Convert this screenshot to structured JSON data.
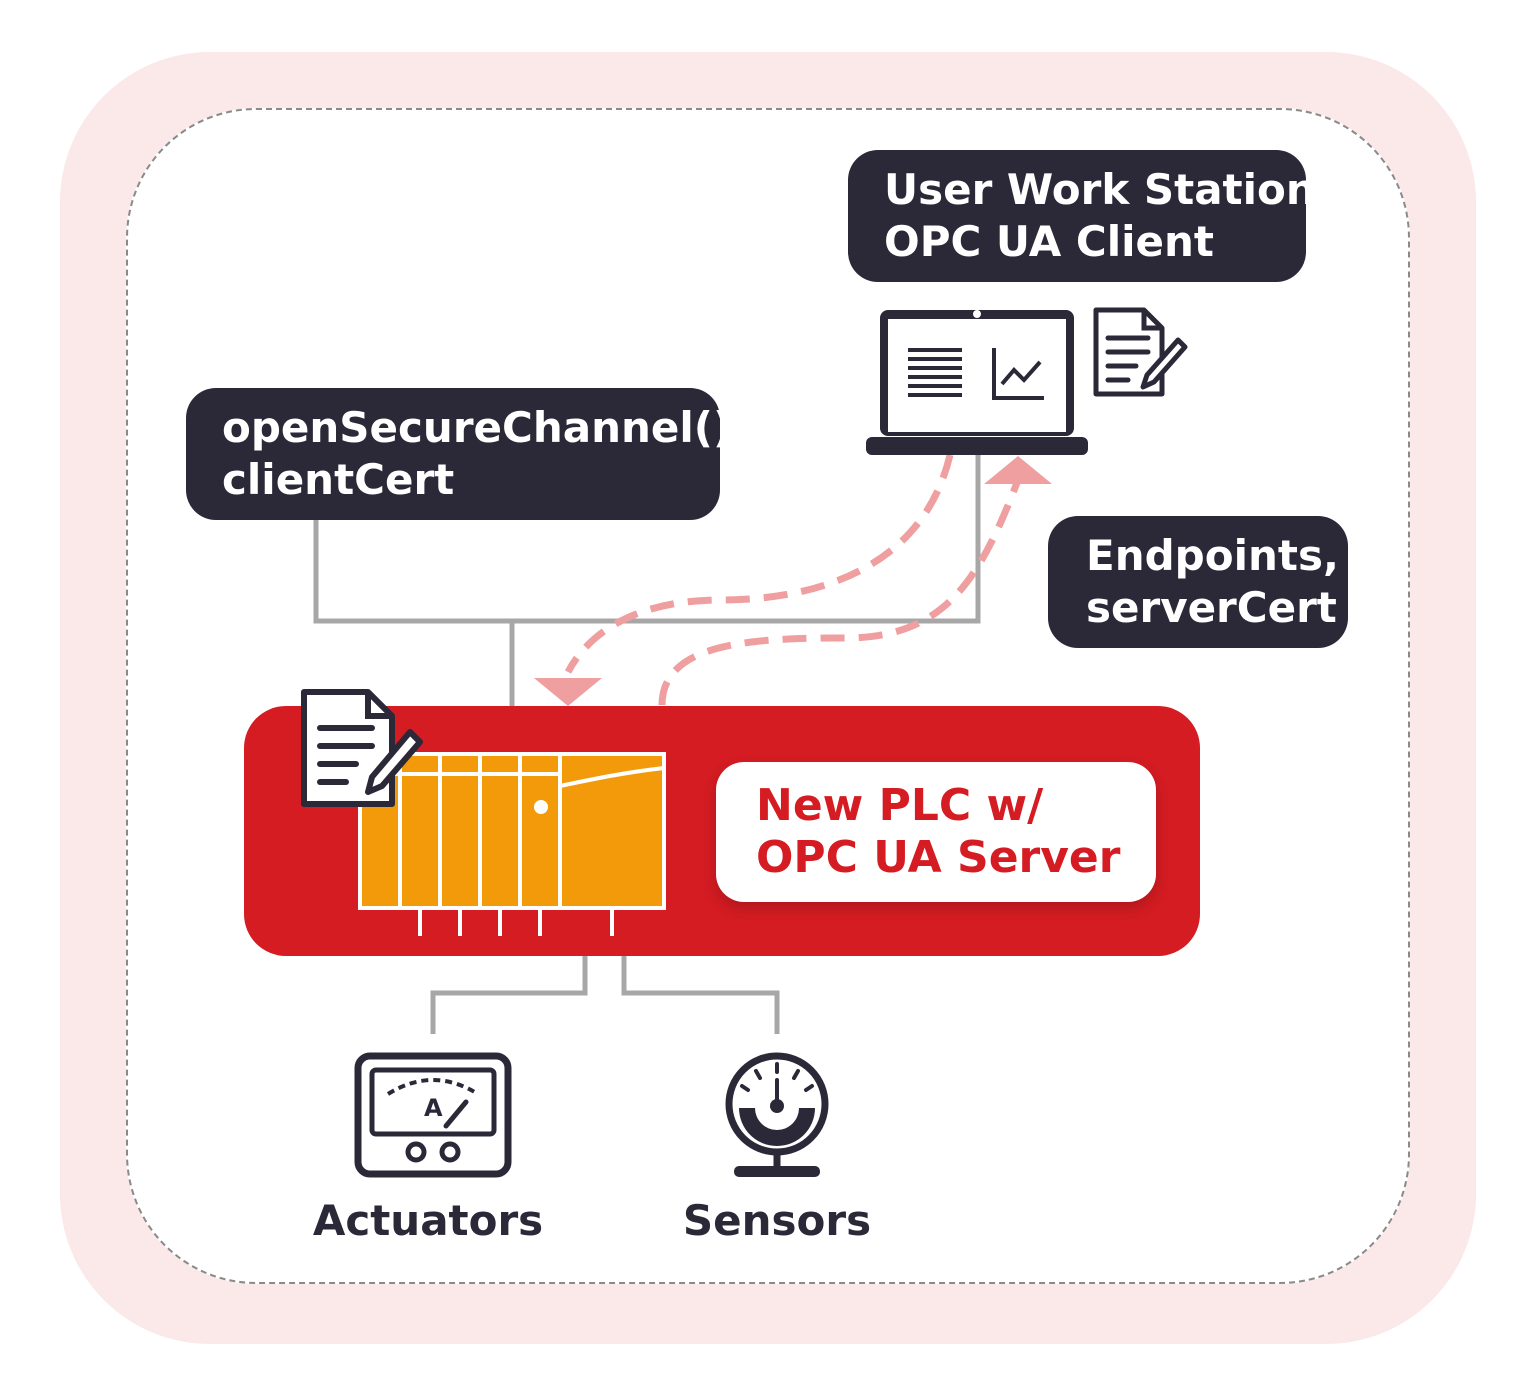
{
  "client_box": {
    "line1": "User Work Station",
    "line2": "OPC UA Client"
  },
  "request_box": {
    "line1": "openSecureChannel()",
    "line2": "clientCert"
  },
  "response_box": {
    "line1": "Endpoints,",
    "line2": "serverCert"
  },
  "plc_box": {
    "line1": "New PLC w/",
    "line2": "OPC UA Server"
  },
  "devices": {
    "actuators": "Actuators",
    "sensors": "Sensors",
    "meter_letter": "A"
  },
  "colors": {
    "dark": "#2b2838",
    "plc_red": "#d41c22",
    "plc_orange": "#f29a0a",
    "flow_pink": "#ef9fa0",
    "wire_gray": "#9e9e9e",
    "frame_pink": "#fbe8e8"
  },
  "icons": [
    "laptop-icon",
    "document-pen-icon",
    "plc-module-icon",
    "ammeter-icon",
    "gauge-sensor-icon"
  ]
}
